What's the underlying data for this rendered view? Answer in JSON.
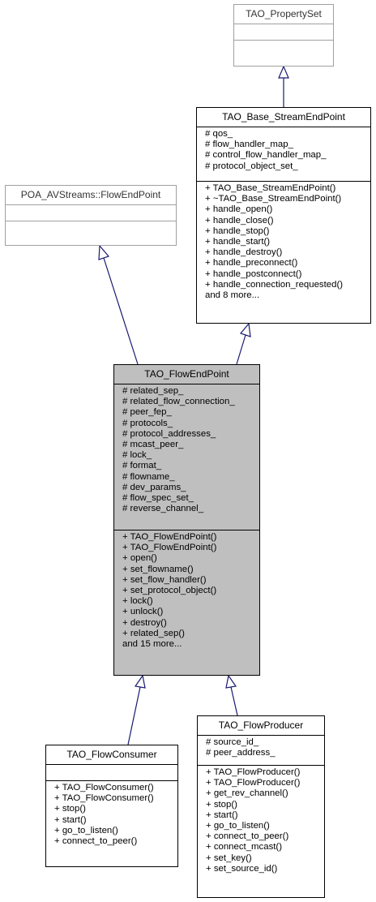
{
  "classes": {
    "property_set": {
      "name": "TAO_PropertySet",
      "attributes": [],
      "operations": []
    },
    "base_stream_end_point": {
      "name": "TAO_Base_StreamEndPoint",
      "attributes": [
        "# qos_",
        "# flow_handler_map_",
        "# control_flow_handler_map_",
        "# protocol_object_set_"
      ],
      "operations": [
        "+ TAO_Base_StreamEndPoint()",
        "+ ~TAO_Base_StreamEndPoint()",
        "+ handle_open()",
        "+ handle_close()",
        "+ handle_stop()",
        "+ handle_start()",
        "+ handle_destroy()",
        "+ handle_preconnect()",
        "+ handle_postconnect()",
        "+ handle_connection_requested()",
        "and 8 more..."
      ]
    },
    "poa_flow_end_point": {
      "name": "POA_AVStreams::FlowEndPoint",
      "attributes": [],
      "operations": []
    },
    "flow_end_point": {
      "name": "TAO_FlowEndPoint",
      "attributes": [
        "# related_sep_",
        "# related_flow_connection_",
        "# peer_fep_",
        "# protocols_",
        "# protocol_addresses_",
        "# mcast_peer_",
        "# lock_",
        "# format_",
        "# flowname_",
        "# dev_params_",
        "# flow_spec_set_",
        "# reverse_channel_"
      ],
      "operations": [
        "+ TAO_FlowEndPoint()",
        "+ TAO_FlowEndPoint()",
        "+ open()",
        "+ set_flowname()",
        "+ set_flow_handler()",
        "+ set_protocol_object()",
        "+ lock()",
        "+ unlock()",
        "+ destroy()",
        "+ related_sep()",
        "and 15 more..."
      ]
    },
    "flow_consumer": {
      "name": "TAO_FlowConsumer",
      "attributes": [],
      "operations": [
        "+ TAO_FlowConsumer()",
        "+ TAO_FlowConsumer()",
        "+ stop()",
        "+ start()",
        "+ go_to_listen()",
        "+ connect_to_peer()"
      ]
    },
    "flow_producer": {
      "name": "TAO_FlowProducer",
      "attributes": [
        "# source_id_",
        "# peer_address_"
      ],
      "operations": [
        "+ TAO_FlowProducer()",
        "+ TAO_FlowProducer()",
        "+ get_rev_channel()",
        "+ stop()",
        "+ start()",
        "+ go_to_listen()",
        "+ connect_to_peer()",
        "+ connect_mcast()",
        "+ set_key()",
        "+ set_source_id()"
      ]
    }
  },
  "colors": {
    "focus_fill": "#bfbfbf",
    "external_border": "#a0a0a0",
    "edge": "#191970"
  }
}
